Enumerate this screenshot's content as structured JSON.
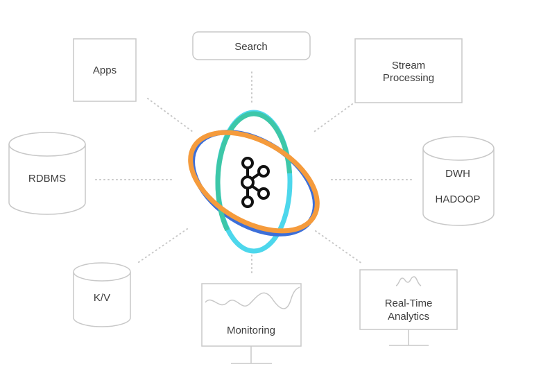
{
  "nodes": {
    "apps": "Apps",
    "search": "Search",
    "stream_processing": [
      "Stream",
      "Processing"
    ],
    "rdbms": "RDBMS",
    "dwh_hadoop": [
      "DWH",
      "HADOOP"
    ],
    "kv": "K/V",
    "monitoring": "Monitoring",
    "real_time_analytics": [
      "Real-Time",
      "Analytics"
    ]
  },
  "hub": {
    "icon": "kafka-logo-icon",
    "ring_colors": {
      "orange": "#F59B3C",
      "cyan": "#4DD7EC",
      "teal": "#3DC7A8",
      "blue": "#3C6FD9"
    }
  },
  "colors": {
    "box_stroke": "#c8c8c8",
    "connector": "#c8c8c8",
    "text": "#3d3d3d",
    "logo": "#111111"
  }
}
